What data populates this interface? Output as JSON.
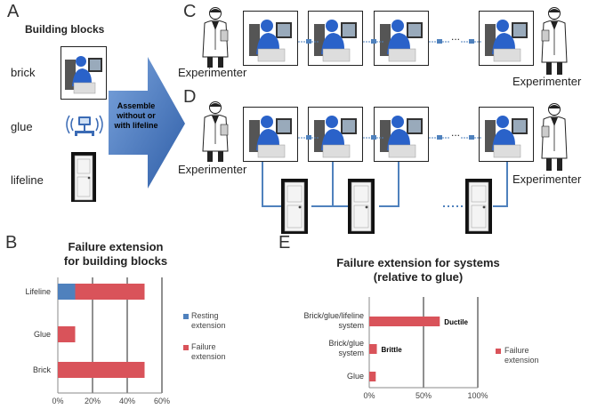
{
  "panels": {
    "a": "A",
    "b": "B",
    "c": "C",
    "d": "D",
    "e": "E"
  },
  "building_blocks": {
    "title": "Building blocks",
    "brick": "brick",
    "glue": "glue",
    "lifeline": "lifeline"
  },
  "arrow_text": "Assemble without or with lifeline",
  "experimenter": "Experimenter",
  "ellipsis": "...",
  "icons": {
    "worker": "computer-worker-icon",
    "network": "network-signal-icon",
    "door": "door-icon",
    "person": "scientist-icon"
  },
  "colors": {
    "resting": "#4f81bd",
    "failure": "#d9535a",
    "link": "#4f81bd"
  },
  "chart_data": [
    {
      "type": "bar",
      "orientation": "horizontal",
      "stacked": true,
      "title": "Failure extension for building blocks",
      "categories": [
        "Lifeline",
        "Glue",
        "Brick"
      ],
      "series": [
        {
          "name": "Resting extension",
          "values": [
            10,
            0,
            0
          ]
        },
        {
          "name": "Failure extension",
          "values": [
            40,
            10,
            50
          ]
        }
      ],
      "xlim": [
        0,
        60
      ],
      "xticks": [
        "0%",
        "20%",
        "40%",
        "60%"
      ],
      "grid": true,
      "legend": "right"
    },
    {
      "type": "bar",
      "orientation": "horizontal",
      "title": "Failure extension for systems (relative to glue)",
      "categories": [
        "Brick/glue/lifeline system",
        "Brick/glue system",
        "Glue"
      ],
      "series": [
        {
          "name": "Failure extension",
          "values": [
            65,
            7,
            6
          ]
        }
      ],
      "annotations": [
        "Ductile",
        "Brittle",
        ""
      ],
      "xlim": [
        0,
        100
      ],
      "xticks": [
        "0%",
        "50%",
        "100%"
      ],
      "grid": true,
      "legend": "right"
    }
  ],
  "chart_text": {
    "b_title_1": "Failure extension",
    "b_title_2": "for building blocks",
    "b_cat_1": "Lifeline",
    "b_cat_2": "Glue",
    "b_cat_3": "Brick",
    "b_tick_1": "0%",
    "b_tick_2": "20%",
    "b_tick_3": "40%",
    "b_tick_4": "60%",
    "b_leg_1a": "Resting",
    "b_leg_1b": "extension",
    "b_leg_2a": "Failure",
    "b_leg_2b": "extension",
    "e_title_1": "Failure extension for systems",
    "e_title_2": "(relative to glue)",
    "e_cat_1a": "Brick/glue/lifeline",
    "e_cat_1b": "system",
    "e_cat_2a": "Brick/glue",
    "e_cat_2b": "system",
    "e_cat_3": "Glue",
    "e_ann_1": "Ductile",
    "e_ann_2": "Brittle",
    "e_tick_1": "0%",
    "e_tick_2": "50%",
    "e_tick_3": "100%",
    "e_leg_1a": "Failure",
    "e_leg_1b": "extension"
  }
}
